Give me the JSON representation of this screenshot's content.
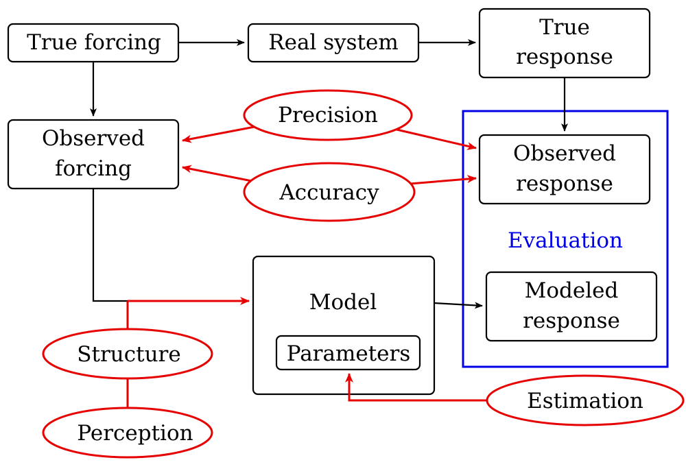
{
  "colors": {
    "box_stroke": "#000000",
    "uncertainty": "#e60000",
    "evaluation": "#0000e6"
  },
  "boxes": {
    "true_forcing": {
      "line1": "True forcing"
    },
    "real_system": {
      "line1": "Real system"
    },
    "true_response": {
      "line1": "True",
      "line2": "response"
    },
    "observed_forcing": {
      "line1": "Observed",
      "line2": "forcing"
    },
    "observed_response": {
      "line1": "Observed",
      "line2": "response"
    },
    "model": {
      "line1": "Model"
    },
    "parameters": {
      "line1": "Parameters"
    },
    "modeled_response": {
      "line1": "Modeled",
      "line2": "response"
    }
  },
  "ovals": {
    "precision": "Precision",
    "accuracy": "Accuracy",
    "structure": "Structure",
    "perception": "Perception",
    "estimation": "Estimation"
  },
  "evaluation_label": "Evaluation"
}
